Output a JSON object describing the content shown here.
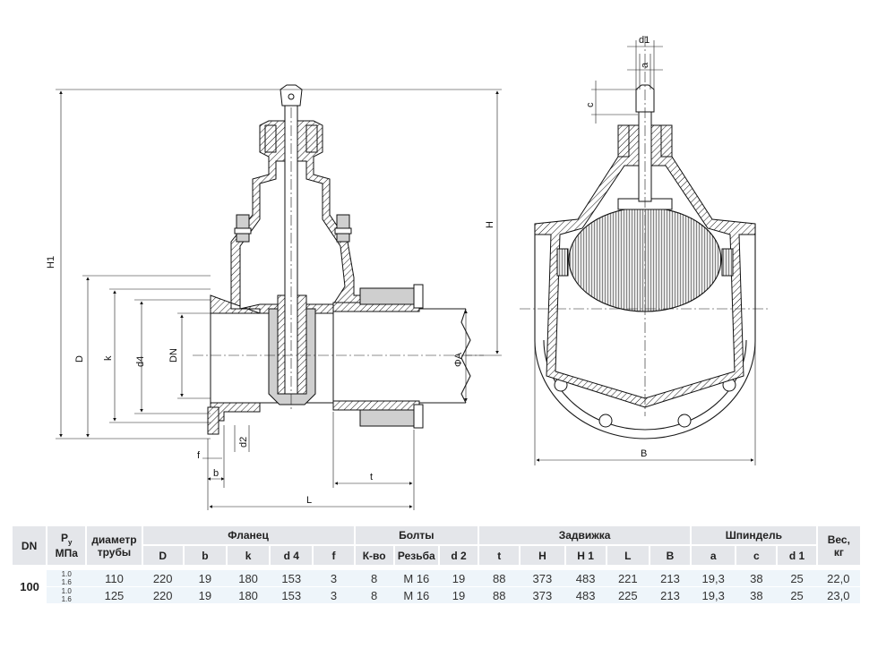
{
  "drawing": {
    "side_labels": {
      "H1": "H1",
      "H": "H",
      "D": "D",
      "k": "k",
      "d4": "d4",
      "DN": "DN",
      "phiA": "ΦA",
      "d2": "d2",
      "f": "f",
      "b": "b",
      "t": "t",
      "L": "L"
    },
    "front_labels": {
      "d1": "d1",
      "a": "a",
      "c": "c",
      "B": "B"
    }
  },
  "table": {
    "header": {
      "dn": "DN",
      "py_main": "P",
      "py_sub": "y",
      "py_unit": "МПа",
      "pipe_line1": "диаметр",
      "pipe_line2": "трубы",
      "flange": "Фланец",
      "bolts": "Болты",
      "valve": "Задвижка",
      "spindle": "Шпиндель",
      "weight_line1": "Вес,",
      "weight_line2": "кг"
    },
    "subheaders": [
      "D",
      "b",
      "k",
      "d 4",
      "f",
      "К-во",
      "Резьба",
      "d 2",
      "t",
      "H",
      "H 1",
      "L",
      "B",
      "a",
      "c",
      "d 1"
    ],
    "dn_value": "100",
    "rows": [
      {
        "py_top": "1.0",
        "py_bottom": "1.6",
        "pipe": "110",
        "D": "220",
        "b": "19",
        "k": "180",
        "d4": "153",
        "f": "3",
        "qty": "8",
        "thread": "M 16",
        "d2": "19",
        "t": "88",
        "H": "373",
        "H1": "483",
        "L": "221",
        "B": "213",
        "a": "19,3",
        "c": "38",
        "d1": "25",
        "weight": "22,0"
      },
      {
        "py_top": "1.0",
        "py_bottom": "1.6",
        "pipe": "125",
        "D": "220",
        "b": "19",
        "k": "180",
        "d4": "153",
        "f": "3",
        "qty": "8",
        "thread": "M 16",
        "d2": "19",
        "t": "88",
        "H": "373",
        "H1": "483",
        "L": "225",
        "B": "213",
        "a": "19,3",
        "c": "38",
        "d1": "25",
        "weight": "23,0"
      }
    ]
  }
}
